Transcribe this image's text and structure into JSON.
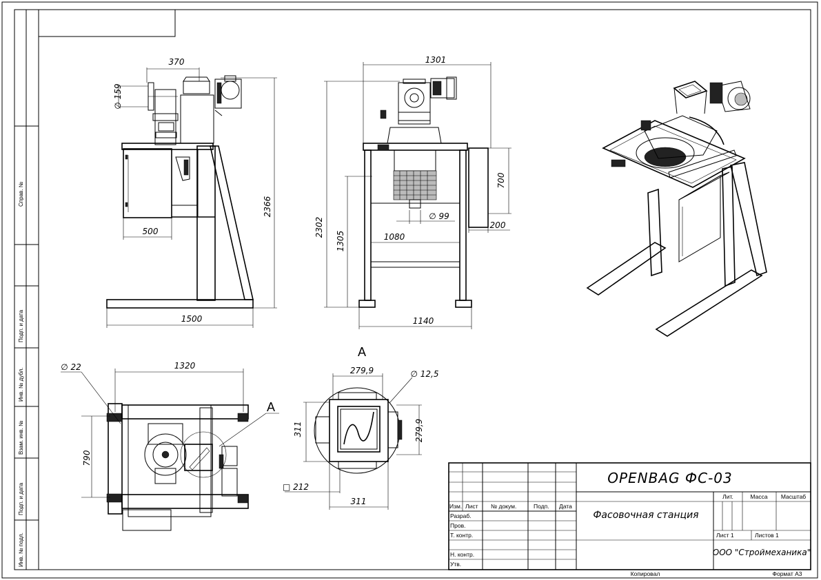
{
  "title_block": {
    "product": "OPENBAG ФС-03",
    "name": "Фасовочная станция",
    "company": "ООО \"Строймеханика\"",
    "headers": {
      "izm": "Изм.",
      "list": "Лист",
      "doc": "№ докум.",
      "sign": "Подп.",
      "date": "Дата"
    },
    "roles": [
      "Разраб.",
      "Пров.",
      "Т. контр.",
      "Н. контр.",
      "Утв."
    ],
    "lit": "Лит.",
    "mass": "Масса",
    "scale": "Масштаб",
    "sheet": "Лист 1",
    "sheets": "Листов 1",
    "copied": "Копировал",
    "format": "Формат А3"
  },
  "side_stamp": [
    "Справ. №",
    "Подп. и дата",
    "Инв. № дубл.",
    "Взам. инв. №",
    "Подп. и дата",
    "Инв. № подл."
  ],
  "dims": {
    "front": {
      "d159": "∅ 159",
      "d370": "370",
      "d500": "500",
      "d1500": "1500",
      "d2366": "2366"
    },
    "side": {
      "d1301": "1301",
      "d700": "700",
      "d99": "∅ 99",
      "d200": "200",
      "d1080": "1080",
      "d1305": "1305",
      "d2302": "2302",
      "d1140": "1140"
    },
    "top": {
      "d22": "∅ 22",
      "d1320": "1320",
      "d790": "790",
      "viewA": "A"
    },
    "detail": {
      "title": "A",
      "d2799a": "279,9",
      "d125": "∅ 12,5",
      "d311v": "311",
      "d2799b": "279,9",
      "sq212": "□ 212",
      "d311h": "311"
    }
  }
}
